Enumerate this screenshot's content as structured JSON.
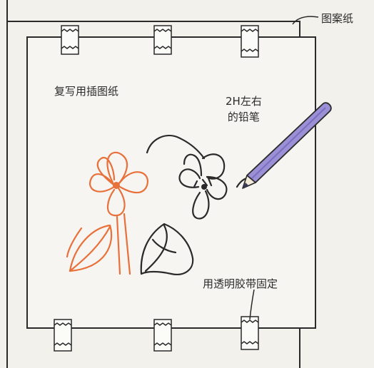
{
  "labels": {
    "pattern_paper": "图案纸",
    "tracing_paper": "复写用插图纸",
    "pencil_line1": "2H左右",
    "pencil_line2": "的铅笔",
    "tape": "用透明胶带固定"
  },
  "colors": {
    "background": "#f3f1ec",
    "line": "#2a2a2a",
    "traced_flower": "#e8703a",
    "pencil_body": "#9b8fd6",
    "pencil_tip": "#3a3a5a"
  },
  "icons": {
    "tape": "tape-strip-icon",
    "pencil": "pencil-icon"
  }
}
